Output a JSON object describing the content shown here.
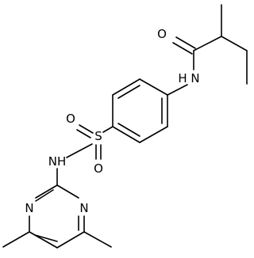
{
  "colors": {
    "bond": "#000000",
    "label": "#000000",
    "background": "#ffffff"
  },
  "atom_labels": {
    "o_carbonyl": "O",
    "nh_amide": "N",
    "nh_amide_h": "H",
    "s_sulfonyl": "S",
    "o_sulfonyl_left": "O",
    "o_sulfonyl_bottom": "O",
    "nh_sulfonamide": "NH",
    "n_pyrimidine_left": "N",
    "n_pyrimidine_right": "N"
  }
}
